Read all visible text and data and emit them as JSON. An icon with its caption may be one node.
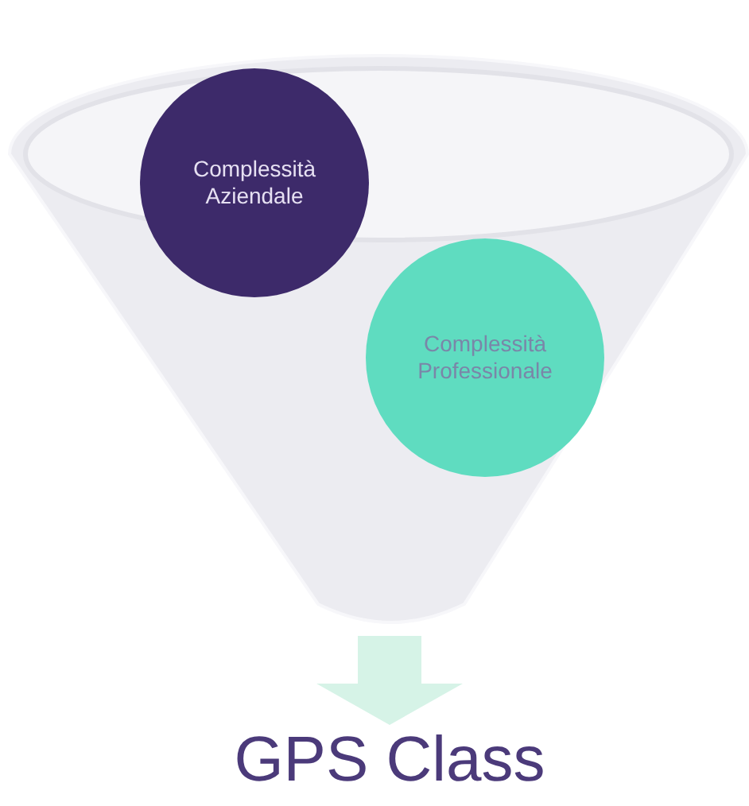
{
  "diagram": {
    "nodes": [
      {
        "text": [],
        "shape": "funnel"
      },
      {
        "text": [
          "Complessità Aziendale"
        ],
        "in": 0
      },
      {
        "text": [
          "Complessità Professionale"
        ],
        "in": 0
      },
      {
        "text": [
          "GPS Class"
        ]
      }
    ],
    "edges": [
      {
        "from": 0,
        "to": 3,
        "arrow": "to"
      }
    ]
  }
}
